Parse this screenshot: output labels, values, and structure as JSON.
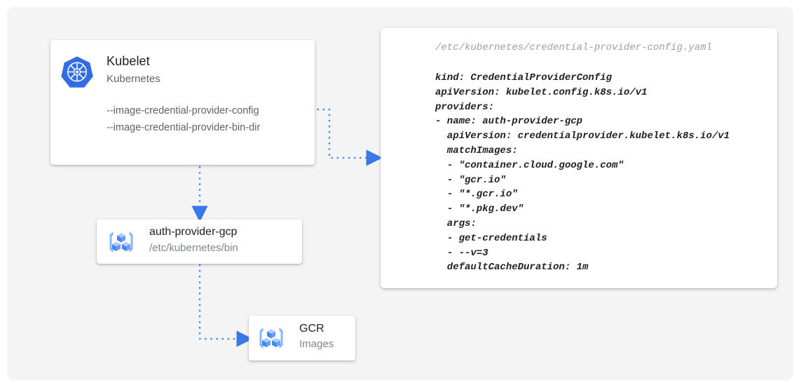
{
  "theme": {
    "page_background": "#ffffff",
    "panel_background": "#f4f4f4",
    "card_background": "#ffffff",
    "accent_blue": "#4285f4",
    "k8s_blue": "#326ce5",
    "text_primary": "#202124",
    "text_secondary": "#5f6368",
    "text_muted": "#80868b"
  },
  "kubelet_card": {
    "icon": "kubernetes-icon",
    "title": "Kubelet",
    "subtitle": "Kubernetes",
    "flags": [
      "--image-credential-provider-config",
      "--image-credential-provider-bin-dir"
    ]
  },
  "provider_card": {
    "icon": "gcr-icon",
    "title": "auth-provider-gcp",
    "subtitle": "/etc/kubernetes/bin"
  },
  "gcr_card": {
    "icon": "gcr-icon",
    "title": "GCR",
    "subtitle": "Images"
  },
  "yaml_panel": {
    "path": "/etc/kubernetes/credential-provider-config.yaml",
    "lines": [
      "kind: CredentialProviderConfig",
      "apiVersion: kubelet.config.k8s.io/v1",
      "providers:",
      "- name: auth-provider-gcp",
      "  apiVersion: credentialprovider.kubelet.k8s.io/v1",
      "  matchImages:",
      "  - \"container.cloud.google.com\"",
      "  - \"gcr.io\"",
      "  - \"*.gcr.io\"",
      "  - \"*.pkg.dev\"",
      "  args:",
      "  - get-credentials",
      "  - --v=3",
      "  defaultCacheDuration: 1m"
    ]
  },
  "connectors": [
    {
      "name": "kubelet-to-config",
      "from": "kubelet-card",
      "to": "yaml-panel",
      "style": "dotted",
      "color": "#4285f4"
    },
    {
      "name": "kubelet-to-provider",
      "from": "kubelet-card",
      "to": "provider-card",
      "style": "dotted",
      "color": "#4285f4"
    },
    {
      "name": "provider-to-gcr",
      "from": "provider-card",
      "to": "gcr-card",
      "style": "dotted",
      "color": "#4285f4"
    }
  ]
}
